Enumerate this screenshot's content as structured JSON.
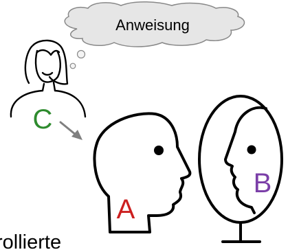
{
  "thought_bubble": {
    "text": "Anweisung"
  },
  "labels": {
    "person_c": "C",
    "head_a": "A",
    "head_b": "B"
  },
  "caption": {
    "text": "rollierte"
  },
  "colors": {
    "line": "#000000",
    "cloud_fill": "#e6e6e6",
    "cloud_stroke": "#888888",
    "arrow": "#808080",
    "label_c": "#2e8b2e",
    "label_a": "#cc1f1f",
    "label_b": "#7b3fa8"
  }
}
